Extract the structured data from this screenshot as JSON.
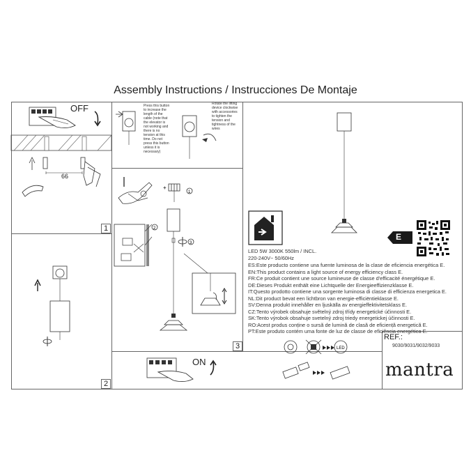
{
  "document": {
    "title": "Assembly Instructions / Instrucciones De Montaje"
  },
  "steps": {
    "step1": {
      "number": "1",
      "switch_label": "OFF",
      "dimension": "66"
    },
    "step2": {
      "number": "2"
    },
    "step3": {
      "number": "3"
    },
    "switch_on_label": "ON"
  },
  "notes": {
    "left": [
      "Press this button",
      "to increase the",
      "length of the",
      "cable (note that",
      "the elevator is",
      "not working and",
      "there is no",
      "tension at this",
      "time. Do not",
      "press this button",
      "unless it is",
      "necessary)"
    ],
    "right": [
      "Rotate the lifting",
      "device clockwise",
      "with accessories",
      "to tighten the",
      "tension and",
      "tightness of the",
      "wires"
    ]
  },
  "product_info": {
    "specs": "LED 5W  3000K  550lm / INCL.",
    "voltage": "220-240V~  50/60Hz",
    "energy_class": "E",
    "languages": [
      "ES:Este producto contiene una fuente luminosa de la clase de eficiencia energética E.",
      "EN:This product contains a light source of energy efficiency class E.",
      "FR:Ce produit contient une source lumineuse de classe d'efficacité énergétique E.",
      "DE:Dieses Produkt enthält eine Lichtquelle der Energieeffizienzklasse E.",
      "IT:Questo prodotto contiene una sorgente luminosa di classe di efficienza energetica E.",
      "NL:Dit product bevat een lichtbron van energie-efficiëntieklasse E.",
      "SV:Denna produkt innehåller en ljuskälla av energieffektivitetsklass E.",
      "CZ:Tento výrobek obsahuje světelný zdroj třídy energetické účinnosti E.",
      "SK:Tento výrobok obsahuje svetelný zdroj triedy energetickej účinnosti E.",
      "RO:Acest produs conține o sursă de lumină de clasă de eficiență energetică E.",
      "PT:Este produto contém uma fonte de luz de classe de eficiência energética E."
    ]
  },
  "reference": {
    "label": "REF.:",
    "codes": "9030/9031/9032/9033"
  },
  "brand": {
    "name": "mantra"
  },
  "colors": {
    "line": "#666666",
    "ink": "#222222",
    "background": "#ffffff"
  }
}
